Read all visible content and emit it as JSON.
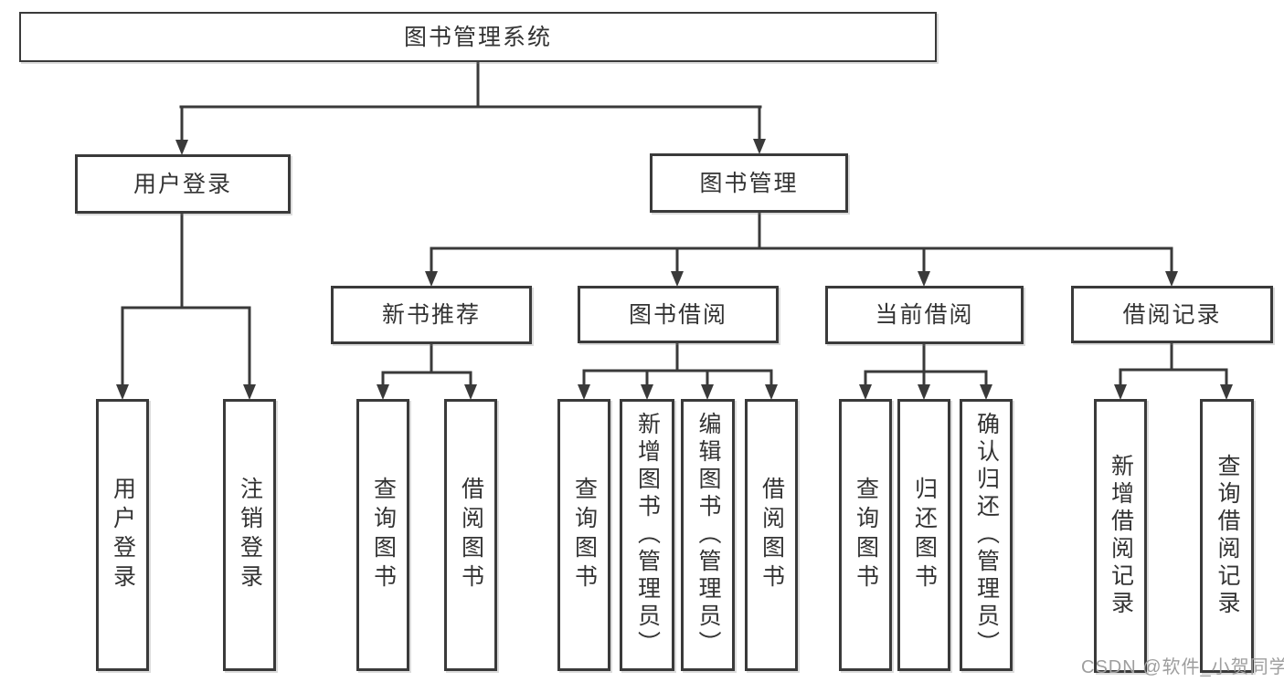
{
  "diagram": {
    "tree": {
      "root": {
        "label": "图书管理系统"
      },
      "children": [
        {
          "label": "用户登录",
          "children": [
            {
              "label": "用户登录"
            },
            {
              "label": "注销登录"
            }
          ]
        },
        {
          "label": "图书管理",
          "children": [
            {
              "label": "新书推荐",
              "children": [
                {
                  "label": "查询图书"
                },
                {
                  "label": "借阅图书"
                }
              ]
            },
            {
              "label": "图书借阅",
              "children": [
                {
                  "label": "查询图书"
                },
                {
                  "label": "新增图书（管理员）"
                },
                {
                  "label": "编辑图书（管理员）"
                },
                {
                  "label": "借阅图书"
                }
              ]
            },
            {
              "label": "当前借阅",
              "children": [
                {
                  "label": "查询图书"
                },
                {
                  "label": "归还图书"
                },
                {
                  "label": "确认归还（管理员）"
                }
              ]
            },
            {
              "label": "借阅记录",
              "children": [
                {
                  "label": "新增借阅记录"
                },
                {
                  "label": "查询借阅记录"
                }
              ]
            }
          ]
        }
      ]
    },
    "colors": {
      "line": "#3a3a3a",
      "box_border": "#3a3a3a",
      "text": "#333333",
      "background": "#ffffff",
      "watermark": "#9e9e9e"
    }
  },
  "watermark": {
    "text": "CSDN @软件_小贺同学"
  }
}
